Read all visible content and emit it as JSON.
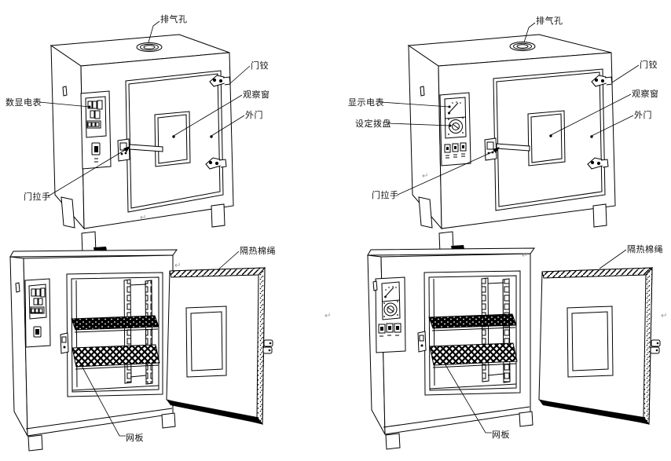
{
  "views": {
    "top_left": {
      "labels": {
        "exhaust": "排气孔",
        "hinge": "门铰",
        "window": "观察窗",
        "door": "外门",
        "meter": "数显电表",
        "handle": "门拉手"
      }
    },
    "top_right": {
      "labels": {
        "exhaust": "排气孔",
        "hinge": "门铰",
        "window": "观察窗",
        "door": "外门",
        "meter": "显示电表",
        "dial": "设定拨盘",
        "handle": "门拉手"
      }
    },
    "bottom_left": {
      "labels": {
        "insulation": "隔热棉绳",
        "shelf": "网板"
      }
    },
    "bottom_right": {
      "labels": {
        "insulation": "隔热棉绳",
        "shelf": "网板"
      }
    }
  },
  "marks": {
    "return_glyph": "↵"
  },
  "colors": {
    "line": "#000000",
    "background": "#ffffff",
    "paragraph_mark": "#9a9a9a"
  }
}
